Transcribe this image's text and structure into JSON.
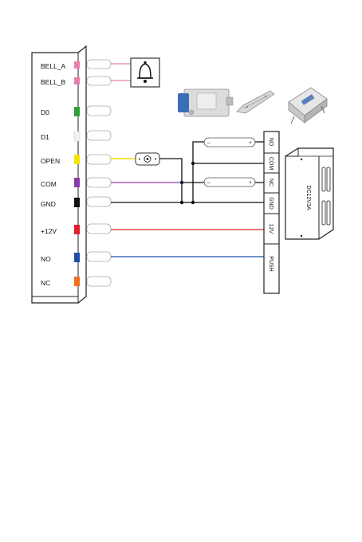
{
  "controller": {
    "terminals": [
      {
        "label": "BELL_A",
        "color": "#e87fb0"
      },
      {
        "label": "BELL_B",
        "color": "#e87fb0"
      },
      {
        "label": "D0",
        "color": "#2fa33a"
      },
      {
        "label": "D1",
        "color": "#f2f2f2"
      },
      {
        "label": "OPEN",
        "color": "#f2e300"
      },
      {
        "label": "COM",
        "color": "#8a3da6"
      },
      {
        "label": "GND",
        "color": "#111111"
      },
      {
        "label": "+12V",
        "color": "#e0202a"
      },
      {
        "label": "NO",
        "color": "#1b4fa8"
      },
      {
        "label": "NC",
        "color": "#f07020"
      }
    ]
  },
  "power_supply": {
    "terminals": [
      "NO",
      "COM",
      "NC",
      "GND",
      "12V",
      "PUSH"
    ],
    "module_label": "DC12V3A"
  },
  "icons": [
    "bell-icon",
    "electric-lock-icon",
    "strike-lock-icon",
    "power-supply-icon",
    "exit-button-icon"
  ]
}
